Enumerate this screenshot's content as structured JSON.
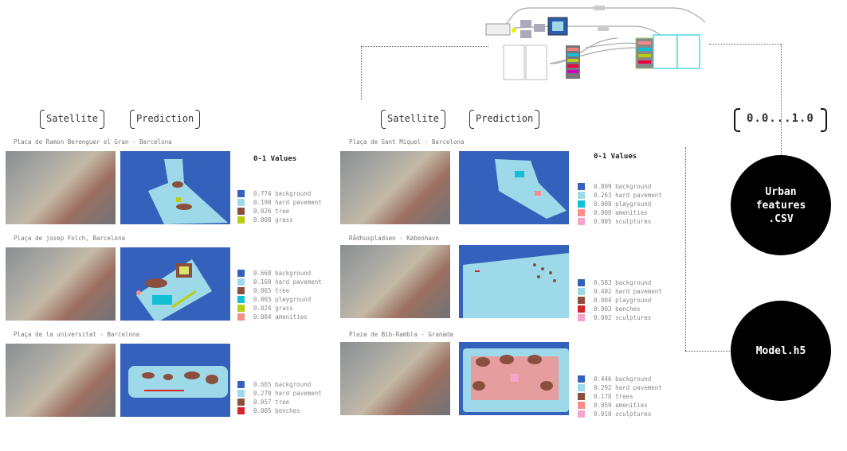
{
  "headers": {
    "satellite": "Satellite",
    "prediction": "Prediction",
    "range": "0.0...1.0"
  },
  "values_label": "0-1 Values",
  "outputs": {
    "csv": "Urban features .CSV",
    "model": "Model.h5"
  },
  "colors": {
    "background": "#3461bb",
    "hard pavement": "#9dd9e8",
    "tree": "#8a4f3f",
    "grass": "#b7cf10",
    "playground": "#12bfd4",
    "amenities": "#f88e8a",
    "benches": "#d7242b",
    "sculptures": "#f6a3cc"
  },
  "left": [
    {
      "title": "Placa de Ramon Berenguer el Gran - Barcelona",
      "legend": [
        {
          "value": "0.774",
          "label": "background",
          "color": "#3461bb"
        },
        {
          "value": "0.190",
          "label": "hard pavement",
          "color": "#9dd9e8"
        },
        {
          "value": "0.026",
          "label": "tree",
          "color": "#8a4f3f"
        },
        {
          "value": "0.008",
          "label": "grass",
          "color": "#b7cf10"
        }
      ]
    },
    {
      "title": "Plaça de josep Folch, Barcelona",
      "legend": [
        {
          "value": "0.668",
          "label": "background",
          "color": "#3461bb"
        },
        {
          "value": "0.160",
          "label": "hard pavement",
          "color": "#9dd9e8"
        },
        {
          "value": "0.065",
          "label": "tree",
          "color": "#8a4f3f"
        },
        {
          "value": "0.065",
          "label": "playground",
          "color": "#12bfd4"
        },
        {
          "value": "0.024",
          "label": "grass",
          "color": "#b7cf10"
        },
        {
          "value": "0.004",
          "label": "amenities",
          "color": "#f88e8a"
        }
      ]
    },
    {
      "title": "Plaça de la universitat - Barcelona",
      "legend": [
        {
          "value": "0.665",
          "label": "background",
          "color": "#3461bb"
        },
        {
          "value": "0.270",
          "label": "hard pavement",
          "color": "#9dd9e8"
        },
        {
          "value": "0.057",
          "label": "tree",
          "color": "#8a4f3f"
        },
        {
          "value": "0.005",
          "label": "benches",
          "color": "#d7242b"
        }
      ]
    }
  ],
  "right": [
    {
      "title": "Plaça de Sant Miquel - Barcelona",
      "legend": [
        {
          "value": "0.809",
          "label": "background",
          "color": "#3461bb"
        },
        {
          "value": "0.263",
          "label": "hard pavement",
          "color": "#9dd9e8"
        },
        {
          "value": "0.008",
          "label": "playground",
          "color": "#12bfd4"
        },
        {
          "value": "0.008",
          "label": "amenities",
          "color": "#f88e8a"
        },
        {
          "value": "0.005",
          "label": "sculptures",
          "color": "#f6a3cc"
        }
      ]
    },
    {
      "title": "Rådhuspladsen - København",
      "legend": [
        {
          "value": "0.583",
          "label": "background",
          "color": "#3461bb"
        },
        {
          "value": "0.402",
          "label": "hard pavement",
          "color": "#9dd9e8"
        },
        {
          "value": "0.004",
          "label": "playground",
          "color": "#8a4f3f"
        },
        {
          "value": "0.003",
          "label": "benches",
          "color": "#d7242b"
        },
        {
          "value": "0.002",
          "label": "sculptures",
          "color": "#f6a3cc"
        }
      ]
    },
    {
      "title": "Plaza de Bib-Rambla - Granada",
      "legend": [
        {
          "value": "0.446",
          "label": "background",
          "color": "#3461bb"
        },
        {
          "value": "0.292",
          "label": "hard pavement",
          "color": "#9dd9e8"
        },
        {
          "value": "0.178",
          "label": "trees",
          "color": "#8a4f3f"
        },
        {
          "value": "0.059",
          "label": "amenities",
          "color": "#f88e8a"
        },
        {
          "value": "0.010",
          "label": "sculptures",
          "color": "#f6a3cc"
        }
      ]
    }
  ]
}
